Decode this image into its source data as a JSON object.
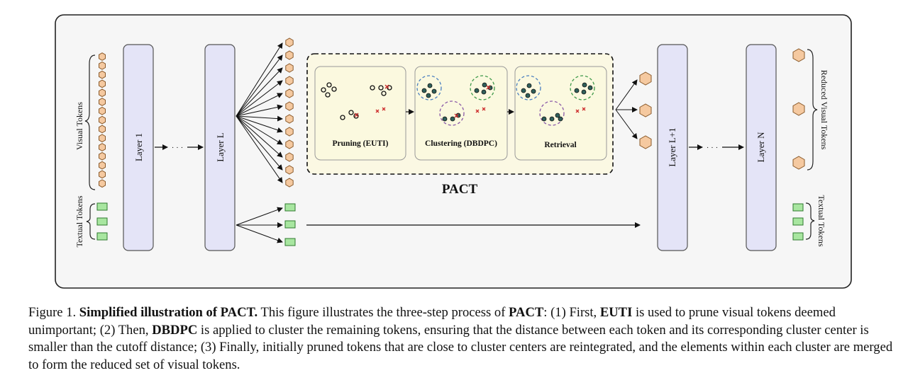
{
  "figure": {
    "left_labels": {
      "visual_tokens": "Visual Tokens",
      "textual_tokens": "Textual Tokens"
    },
    "right_labels": {
      "reduced_visual_tokens": "Reduced Visual Tokens",
      "textual_tokens": "Textual Tokens"
    },
    "layers": {
      "layer1": "Layer 1",
      "layerL": "Layer L",
      "layerL1": "Layer L+1",
      "layerN": "Layer N"
    },
    "ellipsis": "· · ·",
    "pact_label": "PACT",
    "steps": {
      "pruning": "Pruning (EUTI)",
      "clustering": "Clustering (DBDPC)",
      "retrieval": "Retrieval"
    },
    "colors": {
      "layer_fill": "#e4e4f7",
      "token_hex_fill": "#f5c9a0",
      "token_hex_stroke": "#8a5a2b",
      "text_token_fill": "#a8e6a0",
      "text_token_stroke": "#2f7a2f",
      "pact_fill": "#fbf8e3",
      "step_fill": "#fbf9df",
      "cluster_blue": "#4a7fc0",
      "cluster_green": "#3f9a4a",
      "cluster_purple": "#8a5aa8",
      "prune_mark": "#cc2a2a"
    }
  },
  "caption": {
    "prefix": "Figure 1. ",
    "title": "Simplified illustration of PACT.",
    "t1": " This figure illustrates the three-step process of ",
    "b1": "PACT",
    "t2": ": (1) First, ",
    "b2": "EUTI",
    "t3": " is used to prune visual tokens deemed unimportant; (2) Then, ",
    "b3": "DBDPC",
    "t4": " is applied to cluster the remaining tokens, ensuring that the distance between each token and its corresponding cluster center is smaller than the cutoff distance; (3) Finally, initially pruned tokens that are close to cluster centers are reintegrated, and the elements within each cluster are merged to form the reduced set of visual tokens."
  }
}
